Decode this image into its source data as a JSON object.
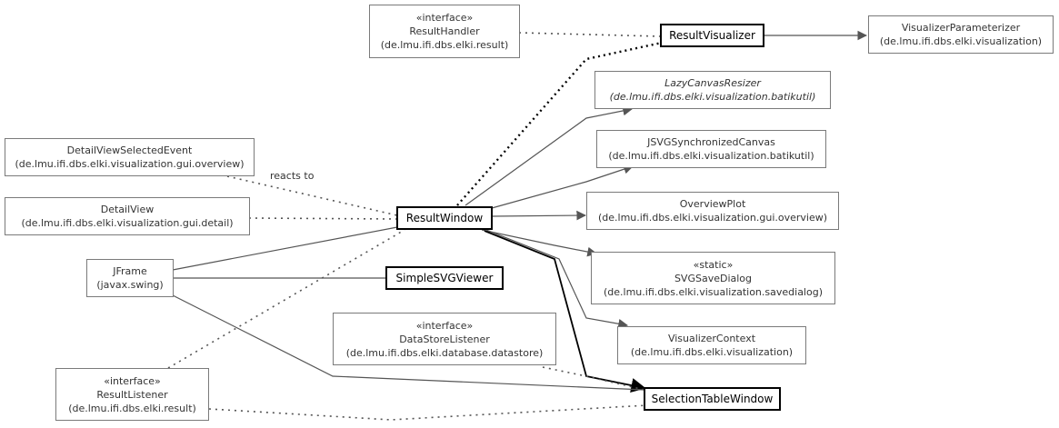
{
  "nodes": {
    "result_handler": {
      "stereotype": "«interface»",
      "name": "ResultHandler",
      "package": "(de.lmu.ifi.dbs.elki.result)"
    },
    "result_visualizer": {
      "name": "ResultVisualizer"
    },
    "visualizer_parameterizer": {
      "name": "VisualizerParameterizer",
      "package": "(de.lmu.ifi.dbs.elki.visualization)"
    },
    "lazy_canvas_resizer": {
      "name": "LazyCanvasResizer",
      "package": "(de.lmu.ifi.dbs.elki.visualization.batikutil)"
    },
    "jsvg_synchronized_canvas": {
      "name": "JSVGSynchronizedCanvas",
      "package": "(de.lmu.ifi.dbs.elki.visualization.batikutil)"
    },
    "detail_view_selected_event": {
      "name": "DetailViewSelectedEvent",
      "package": "(de.lmu.ifi.dbs.elki.visualization.gui.overview)"
    },
    "detail_view": {
      "name": "DetailView",
      "package": "(de.lmu.ifi.dbs.elki.visualization.gui.detail)"
    },
    "result_window": {
      "name": "ResultWindow"
    },
    "overview_plot": {
      "name": "OverviewPlot",
      "package": "(de.lmu.ifi.dbs.elki.visualization.gui.overview)"
    },
    "jframe": {
      "name": "JFrame",
      "package": "(javax.swing)"
    },
    "simple_svg_viewer": {
      "name": "SimpleSVGViewer"
    },
    "svg_save_dialog": {
      "stereotype": "«static»",
      "name": "SVGSaveDialog",
      "package": "(de.lmu.ifi.dbs.elki.visualization.savedialog)"
    },
    "data_store_listener": {
      "stereotype": "«interface»",
      "name": "DataStoreListener",
      "package": "(de.lmu.ifi.dbs.elki.database.datastore)"
    },
    "visualizer_context": {
      "name": "VisualizerContext",
      "package": "(de.lmu.ifi.dbs.elki.visualization)"
    },
    "result_listener": {
      "stereotype": "«interface»",
      "name": "ResultListener",
      "package": "(de.lmu.ifi.dbs.elki.result)"
    },
    "selection_table_window": {
      "name": "SelectionTableWindow"
    }
  },
  "edge_labels": {
    "reacts_to": "reacts to"
  },
  "colors": {
    "line": "#555555",
    "focus_border": "#000000",
    "box_border": "#7a7a7a",
    "text": "#333333"
  }
}
